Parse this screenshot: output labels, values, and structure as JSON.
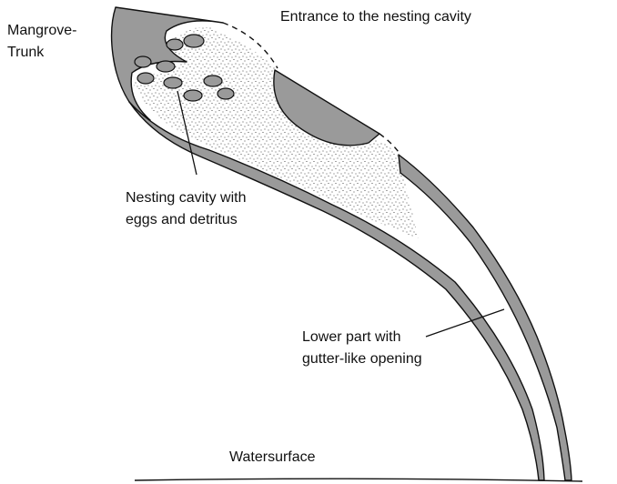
{
  "labels": {
    "trunk_line1": "Mangrove-",
    "trunk_line2": "Trunk",
    "entrance": "Entrance to the nesting cavity",
    "cavity_line1": "Nesting cavity with",
    "cavity_line2": "eggs and detritus",
    "lower_line1": "Lower part with",
    "lower_line2": "gutter-like opening",
    "water": "Watersurface"
  },
  "colors": {
    "wall_fill": "#9a9a9a",
    "outline": "#111111",
    "background": "#ffffff"
  }
}
